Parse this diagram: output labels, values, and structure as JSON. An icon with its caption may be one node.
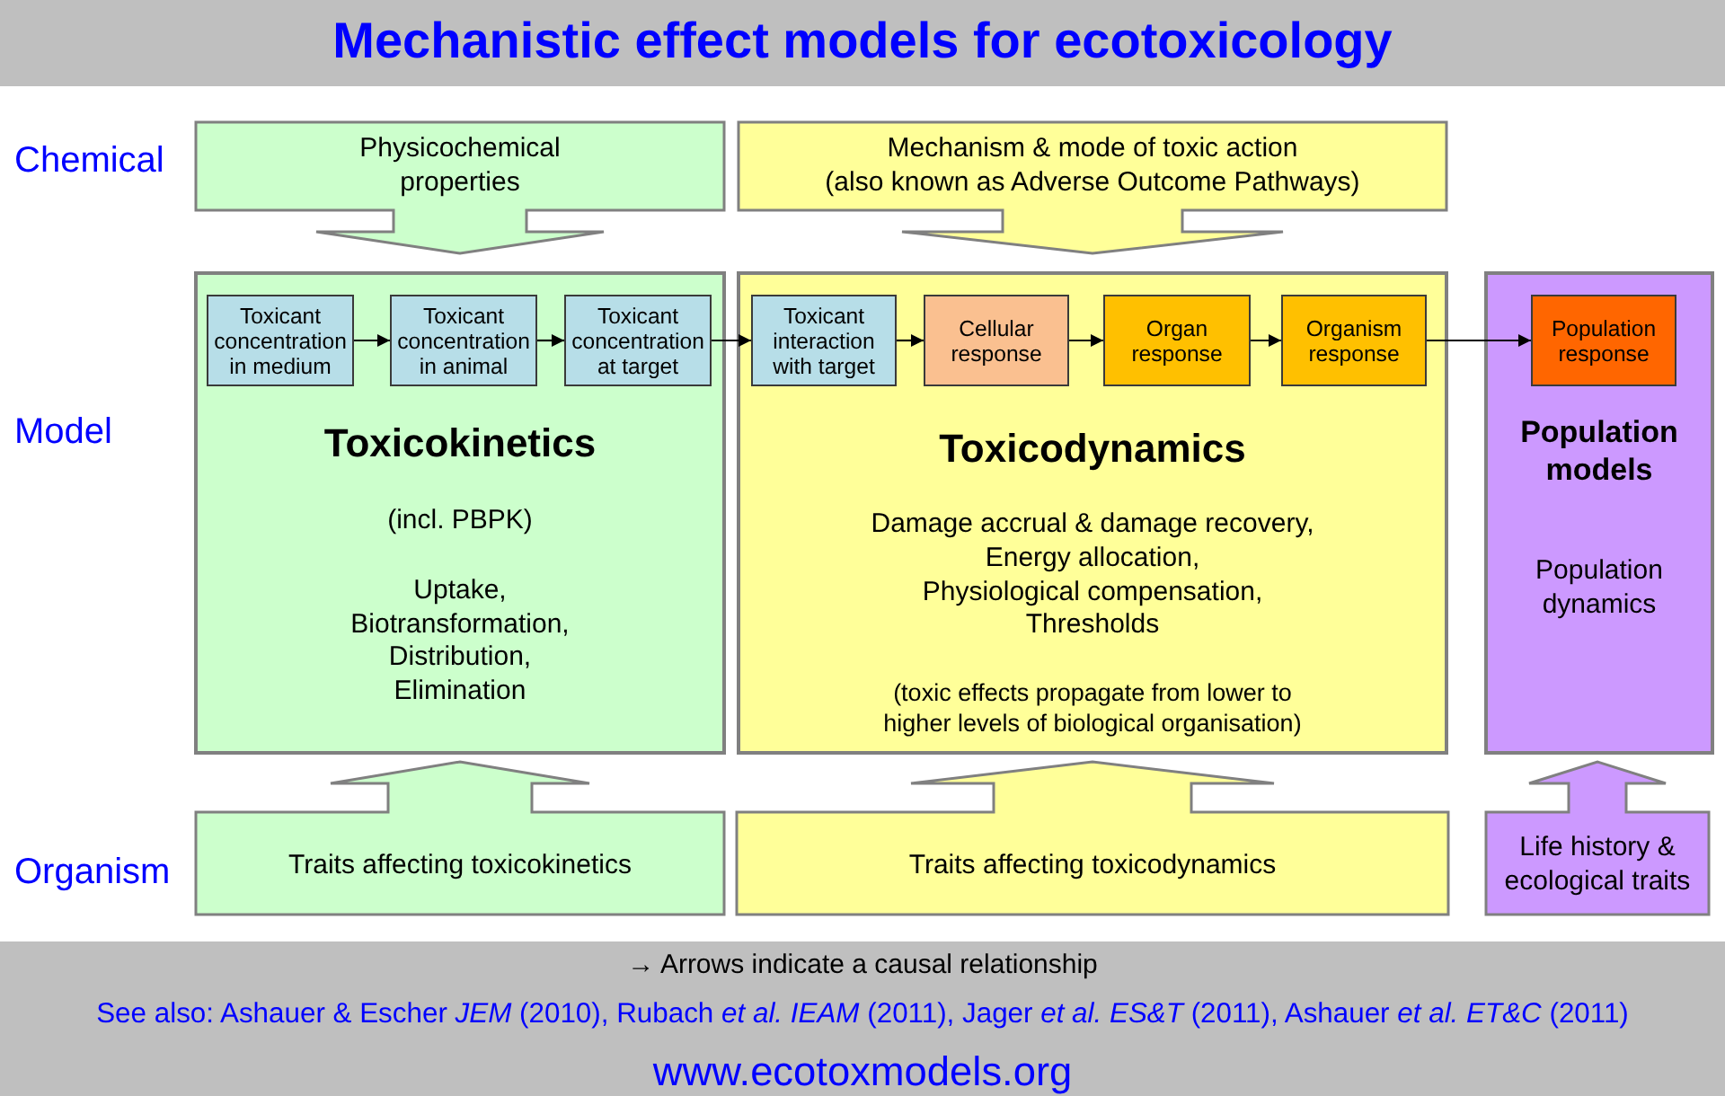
{
  "diagram": {
    "title": "Mechanistic effect models for ecotoxicology",
    "nodes": [
      {
        "text": [
          "Physicochemical properties"
        ]
      },
      {
        "text": [
          "Mechanism & mode of toxic action",
          "(also known as Adverse Outcome Pathways)"
        ]
      },
      {
        "text": [
          "Toxicokinetics",
          "(incl. PBPK)",
          "Uptake, Biotransformation, Distribution, Elimination"
        ]
      },
      {
        "text": [
          "Toxicant concentration in medium"
        ],
        "in": 2
      },
      {
        "text": [
          "Toxicant concentration in animal"
        ],
        "in": 2
      },
      {
        "text": [
          "Toxicant concentration at target"
        ],
        "in": 2
      },
      {
        "text": [
          "Toxicodynamics",
          "Damage accrual & damage recovery, Energy allocation, Physiological compensation, Thresholds",
          "(toxic effects propagate from lower to higher levels of biological organisation)"
        ]
      },
      {
        "text": [
          "Toxicant interaction with target"
        ],
        "in": 6
      },
      {
        "text": [
          "Cellular response"
        ],
        "in": 6
      },
      {
        "text": [
          "Organ response"
        ],
        "in": 6
      },
      {
        "text": [
          "Organism response"
        ],
        "in": 6
      },
      {
        "text": [
          "Population models",
          "Population dynamics"
        ]
      },
      {
        "text": [
          "Population response"
        ],
        "in": 11
      },
      {
        "text": [
          "Traits affecting toxicokinetics"
        ]
      },
      {
        "text": [
          "Traits affecting toxicodynamics"
        ]
      },
      {
        "text": [
          "Life history & ecological traits"
        ]
      }
    ],
    "edges": [
      {
        "from": 3,
        "to": 4,
        "arrow": "to"
      },
      {
        "from": 4,
        "to": 5,
        "arrow": "to"
      },
      {
        "from": 5,
        "to": 7,
        "arrow": "to"
      },
      {
        "from": 7,
        "to": 8,
        "arrow": "to"
      },
      {
        "from": 8,
        "to": 9,
        "arrow": "to"
      },
      {
        "from": 9,
        "to": 10,
        "arrow": "to"
      },
      {
        "from": 10,
        "to": 12,
        "arrow": "to"
      }
    ],
    "labels": [
      "Chemical",
      "Model",
      "Organism",
      "→ Arrows indicate a causal relationship",
      "See also: Ashauer & Escher *JEM* (2010), Rubach *et al. IEAM* (2011), Jager *et al. ES&T* (2011), Ashauer *et al. ET&C* (2011)",
      "www.ecotoxmodels.org"
    ]
  }
}
